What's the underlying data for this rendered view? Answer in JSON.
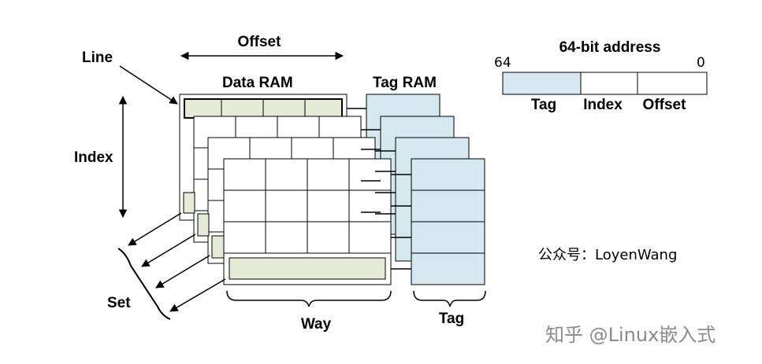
{
  "labels": {
    "line": "Line",
    "offset": "Offset",
    "index": "Index",
    "set": "Set",
    "way": "Way",
    "tag_bottom": "Tag",
    "data_ram": "Data RAM",
    "tag_ram": "Tag RAM"
  },
  "address": {
    "title": "64-bit address",
    "high_bit": "64",
    "low_bit": "0",
    "fields": [
      "Tag",
      "Index",
      "Offset"
    ]
  },
  "watermarks": {
    "account": "公众号：LoyenWang",
    "site": "知乎 @Linux嵌入式"
  },
  "colors": {
    "tag_fill": "#d5e8ef",
    "line_fill": "#e6ebd8",
    "grid_stroke": "#000000"
  }
}
